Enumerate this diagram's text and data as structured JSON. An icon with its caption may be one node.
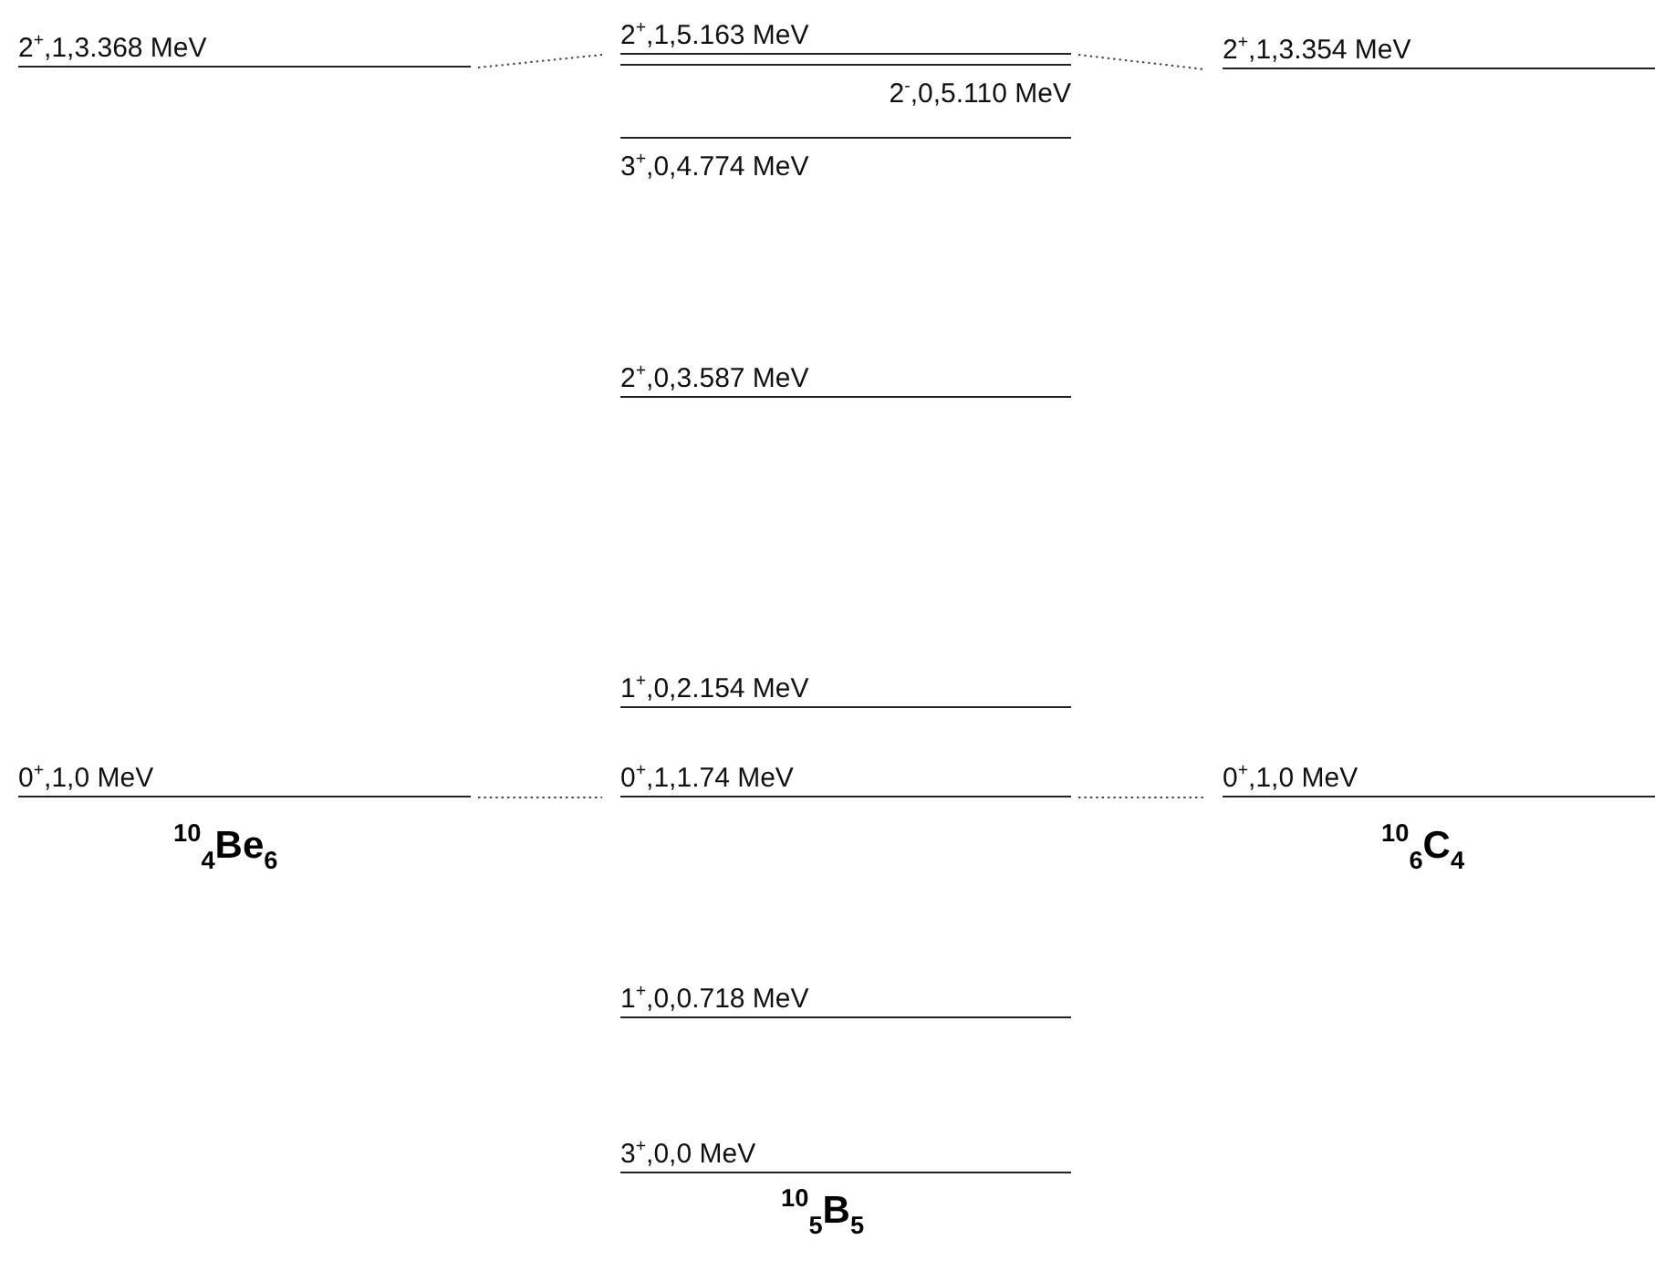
{
  "diagram": {
    "nodes": [
      {
        "text": [
          "2$^{+}$,1,3.368 MeV"
        ]
      },
      {
        "text": [
          "2$^{+}$,1,5.163 MeV"
        ]
      },
      {
        "text": [
          "2$^{+}$,1,3.354 MeV"
        ]
      },
      {
        "text": [
          "2$^{-}$,0,5.110 MeV"
        ]
      },
      {
        "text": [
          "3$^{+}$,0,4.774 MeV"
        ]
      },
      {
        "text": [
          "2$^{+}$,0,3.587 MeV"
        ]
      },
      {
        "text": [
          "1$^{+}$,0,2.154 MeV"
        ]
      },
      {
        "text": [
          "0$^{+}$,1,0 MeV"
        ]
      },
      {
        "text": [
          "0$^{+}$,1,1.74 MeV"
        ]
      },
      {
        "text": [
          "0$^{+}$,1,0 MeV"
        ]
      },
      {
        "text": [
          "1$^{+}$,0,0.718 MeV"
        ]
      },
      {
        "text": [
          "3$^{+}$,0,0 MeV"
        ]
      }
    ],
    "edges": [
      {
        "from": 0,
        "to": 1,
        "arrow": "none",
        "style": "dashed"
      },
      {
        "from": 1,
        "to": 2,
        "arrow": "none",
        "style": "dashed"
      },
      {
        "from": 7,
        "to": 8,
        "arrow": "none",
        "style": "dashed"
      },
      {
        "from": 8,
        "to": 9,
        "arrow": "none",
        "style": "dashed"
      }
    ],
    "labels": [
      "$^{10}$$_{4}$Be$_{6}$",
      "$^{10}$$_{6}$C$_{4}$",
      "$^{10}$$_{5}$B$_{5}$"
    ]
  }
}
